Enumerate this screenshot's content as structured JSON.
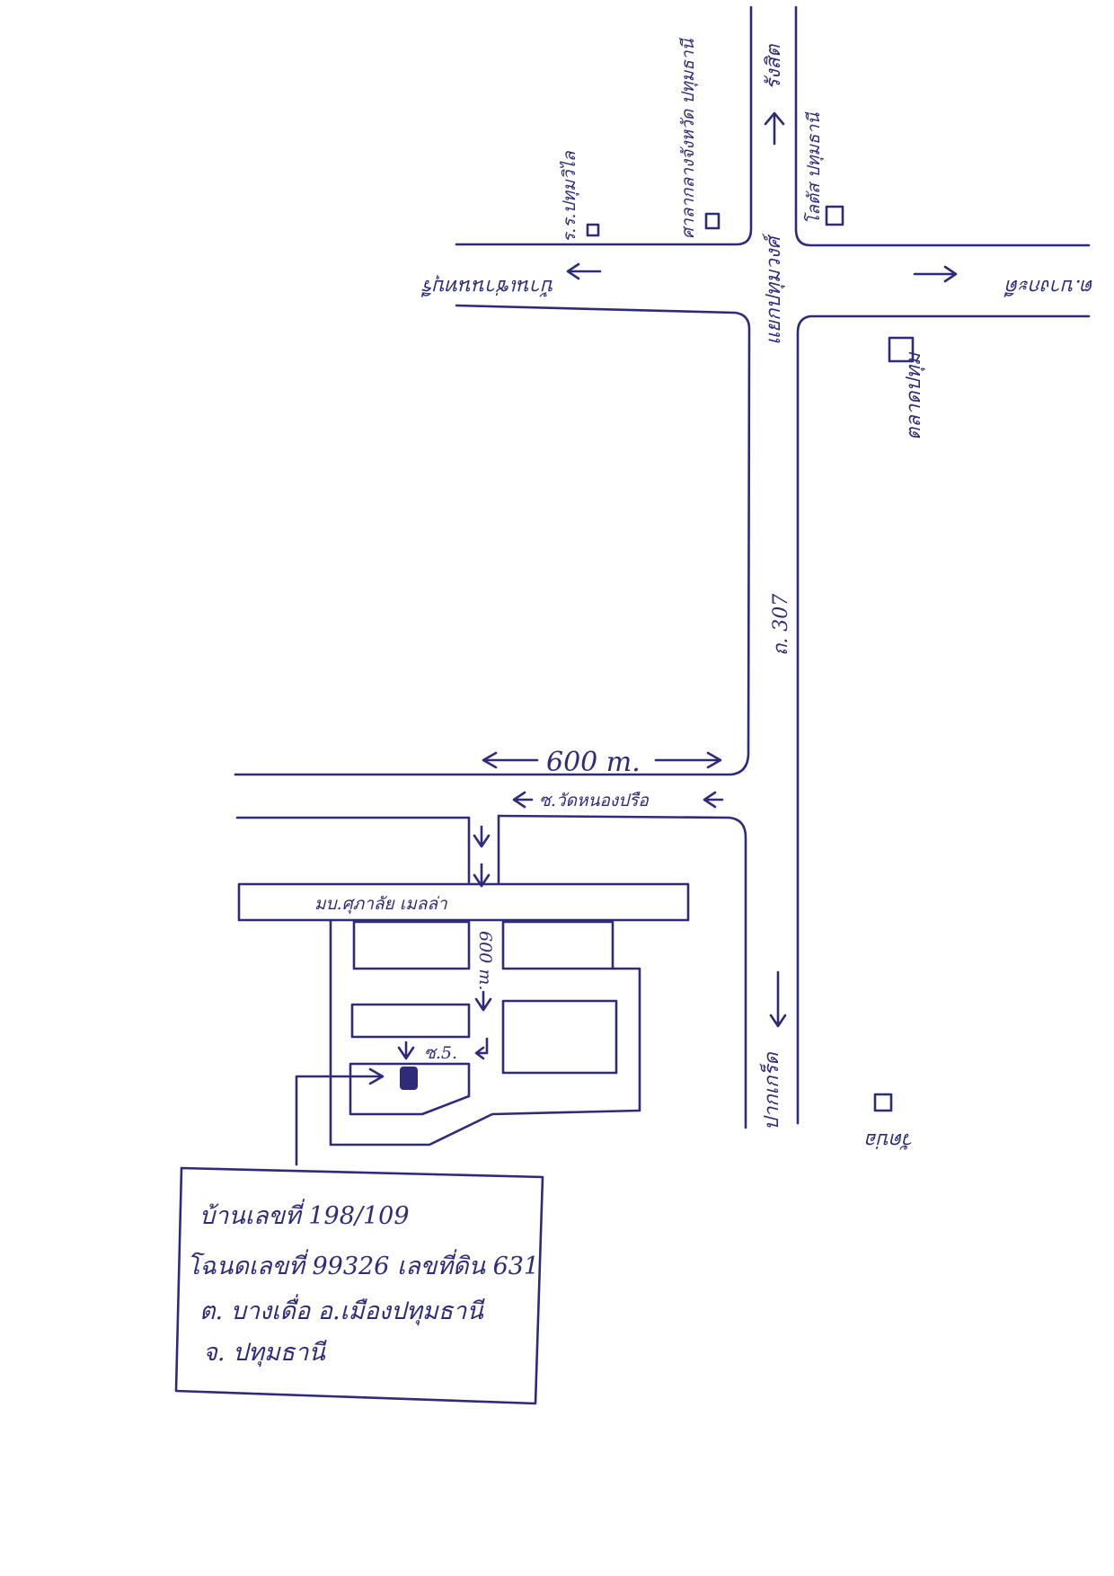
{
  "map": {
    "labels": {
      "to_pathum_thani_school": "บ้านเช่านนทบุรี",
      "to_bang_kradi": "ต.บางกะดี",
      "to_rangsit": "รังสิต",
      "intersection": "แยกปทุมวงศ์",
      "pathum_school": "ร.ร.ปทุมวิไล",
      "provincial_hall": "ศาลากลางจังหวัด ปทุมธานี",
      "lotus_store": "โลตัส ปทุมธานี",
      "market": "ตลาดปทุม",
      "highway": "ถ. 307",
      "distance_top": "600 m.",
      "soi_wat": "ซ.วัดหนองปรือ",
      "village": "มบ.ศุภาลัย เมลล่า",
      "distance_side": "600 m.",
      "soi_5": "ซ.5.",
      "to_pak_kret": "ปากเกร็ด",
      "temple": "วัดบ่อ"
    },
    "address": {
      "line1": "บ้านเลขที่ 198/109",
      "line2": "โฉนดเลขที่ 99326 เลขที่ดิน 631",
      "line3": "ต. บางเดื่อ อ.เมืองปทุมธานี",
      "line4": "จ. ปทุมธานี"
    },
    "colors": {
      "ink": "#2e2c7a",
      "paper": "#ffffff"
    }
  }
}
